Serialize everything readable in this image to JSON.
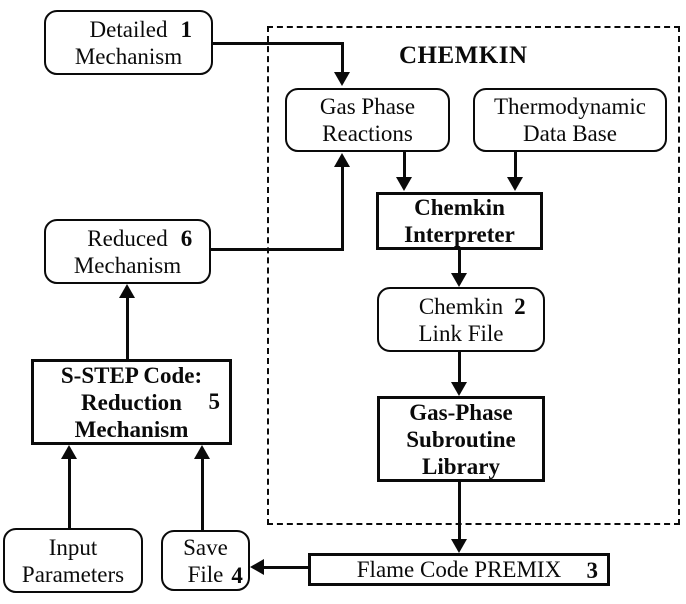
{
  "diagram": {
    "title": "CHEMKIN",
    "colors": {
      "ink": "#0a0a0a",
      "background": "#ffffff"
    },
    "nodes": {
      "detailed_mechanism": {
        "line1": "Detailed",
        "line2": "Mechanism",
        "number": "1"
      },
      "gas_phase_reactions": {
        "line1": "Gas Phase",
        "line2": "Reactions"
      },
      "thermodynamic_data_base": {
        "line1": "Thermodynamic",
        "line2": "Data Base"
      },
      "chemkin_interpreter": {
        "line1": "Chemkin",
        "line2": "Interpreter"
      },
      "chemkin_link_file": {
        "line1": "Chemkin",
        "line2": "Link File",
        "number": "2"
      },
      "gas_phase_subroutine_library": {
        "line1": "Gas-Phase",
        "line2": "Subroutine",
        "line3": "Library"
      },
      "flame_code_premix": {
        "label": "Flame Code PREMIX",
        "number": "3"
      },
      "save_file": {
        "line1": "Save",
        "line2": "File",
        "number": "4"
      },
      "s_step_code": {
        "line1": "S-STEP Code:",
        "line2": "Reduction",
        "line3": "Mechanism",
        "number": "5"
      },
      "reduced_mechanism": {
        "line1": "Reduced",
        "line2": "Mechanism",
        "number": "6"
      },
      "input_parameters": {
        "line1": "Input",
        "line2": "Parameters"
      }
    },
    "edges": [
      {
        "from": "detailed_mechanism",
        "to": "gas_phase_reactions"
      },
      {
        "from": "reduced_mechanism",
        "to": "gas_phase_reactions"
      },
      {
        "from": "gas_phase_reactions",
        "to": "chemkin_interpreter"
      },
      {
        "from": "thermodynamic_data_base",
        "to": "chemkin_interpreter"
      },
      {
        "from": "chemkin_interpreter",
        "to": "chemkin_link_file"
      },
      {
        "from": "chemkin_link_file",
        "to": "gas_phase_subroutine_library"
      },
      {
        "from": "gas_phase_subroutine_library",
        "to": "flame_code_premix"
      },
      {
        "from": "flame_code_premix",
        "to": "save_file"
      },
      {
        "from": "save_file",
        "to": "s_step_code"
      },
      {
        "from": "input_parameters",
        "to": "s_step_code"
      },
      {
        "from": "s_step_code",
        "to": "reduced_mechanism"
      }
    ]
  }
}
